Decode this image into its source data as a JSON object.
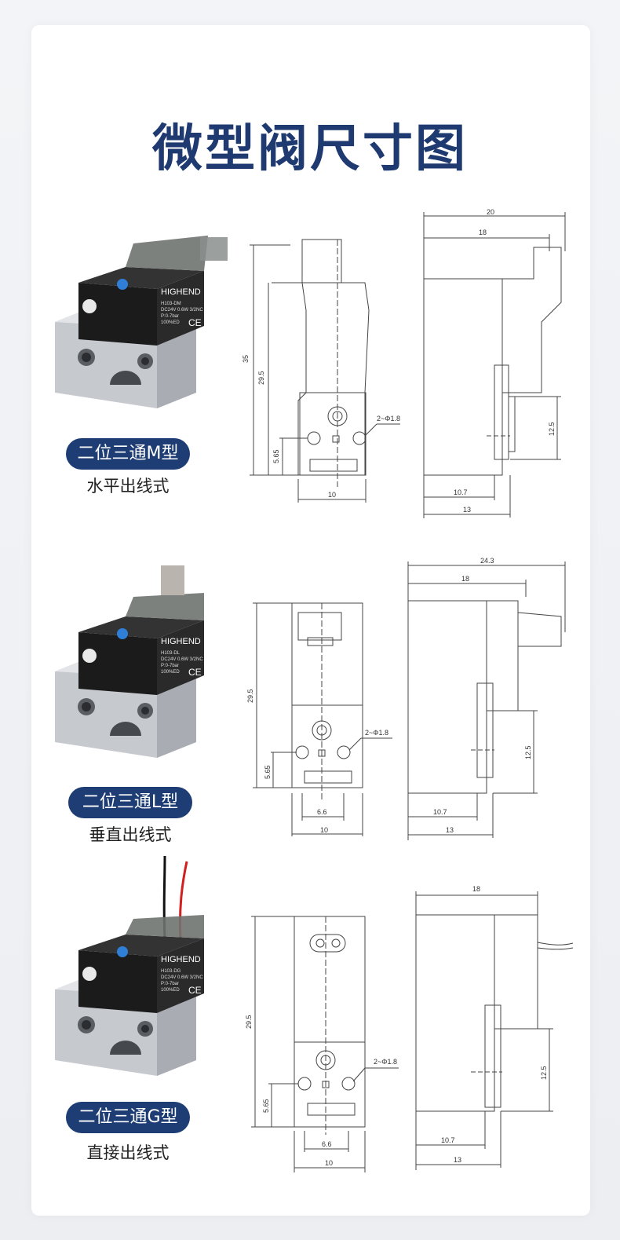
{
  "page_title": "微型阀尺寸图",
  "sections": [
    {
      "badge": "二位三通M型",
      "subtitle": "水平出线式",
      "product": {
        "brand": "HIGHEND",
        "line1": "H103-DM",
        "line2": "DC24V 0.6W 3/2NC",
        "line3": "P:0-7bar",
        "line4": "100%ED",
        "ce": "CE"
      },
      "front_dims": {
        "height_total": "35",
        "height_body": "29.5",
        "hole_height": "5.65",
        "width": "10",
        "hole": "2~Φ1.8"
      },
      "side_dims": {
        "width_total": "20",
        "width_body": "18",
        "height": "12.5",
        "depth1": "10.7",
        "depth2": "13"
      }
    },
    {
      "badge": "二位三通L型",
      "subtitle": "垂直出线式",
      "product": {
        "brand": "HIGHEND",
        "line1": "H103-DL",
        "line2": "DC24V 0.6W 3/2NC",
        "line3": "P:0-7bar",
        "line4": "100%ED",
        "ce": "CE"
      },
      "front_dims": {
        "height_body": "29.5",
        "hole_height": "5.65",
        "inner_width": "6.6",
        "width": "10",
        "hole": "2~Φ1.8"
      },
      "side_dims": {
        "width_total": "24.3",
        "width_body": "18",
        "height": "12.5",
        "depth1": "10.7",
        "depth2": "13"
      }
    },
    {
      "badge": "二位三通G型",
      "subtitle": "直接出线式",
      "product": {
        "brand": "HIGHEND",
        "line1": "H103-DG",
        "line2": "DC24V 0.6W 3/2NC",
        "line3": "P:0-7bar",
        "line4": "100%ED",
        "ce": "CE"
      },
      "front_dims": {
        "height_body": "29.5",
        "hole_height": "5.65",
        "inner_width": "6.6",
        "width": "10",
        "hole": "2~Φ1.8"
      },
      "side_dims": {
        "width_body": "18",
        "height": "12.5",
        "depth1": "10.7",
        "depth2": "13"
      }
    }
  ],
  "colors": {
    "title": "#1f3a70",
    "badge": "#1e3d74",
    "drawing_line": "#444444",
    "valve_body": "#1b1b1b",
    "base": "#c9ccd1"
  }
}
